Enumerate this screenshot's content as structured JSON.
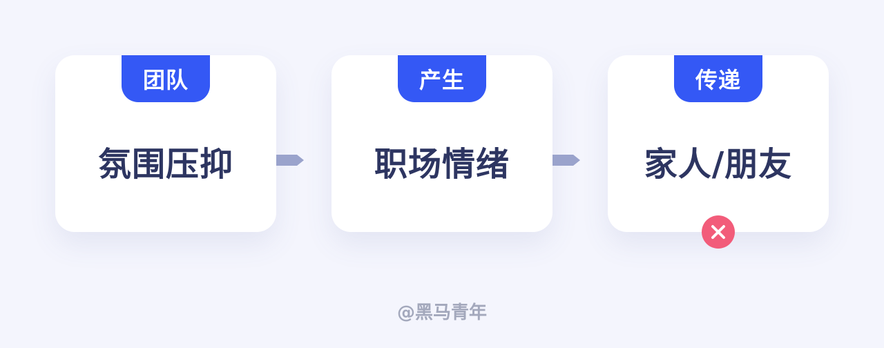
{
  "steps": [
    {
      "tag": "团队",
      "text": "氛围压抑"
    },
    {
      "tag": "产生",
      "text": "职场情绪"
    },
    {
      "tag": "传递",
      "text": "家人/朋友"
    }
  ],
  "footer": "@黑马青年",
  "colors": {
    "background": "#f4f5fd",
    "card": "#ffffff",
    "tag": "#3458f5",
    "text": "#2d3561",
    "arrow": "#9aa3cc",
    "x_badge": "#f25c7a",
    "footer": "#a3a8bc"
  },
  "icons": {
    "arrow": "arrow-right-icon",
    "badge": "close-icon"
  }
}
